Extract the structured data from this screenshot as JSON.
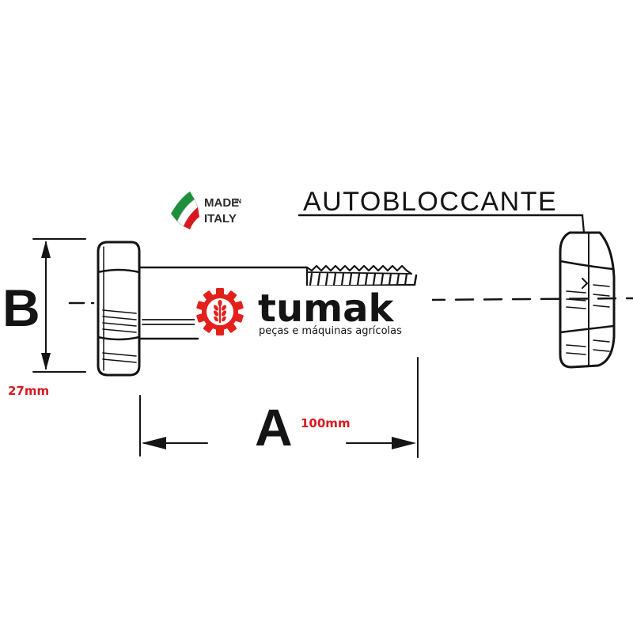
{
  "labels": {
    "dimension_a": "A",
    "dimension_b": "B",
    "nut_callout": "AUTOBLOCCANTE"
  },
  "measurements": {
    "b_value": "27mm",
    "a_value": "100mm"
  },
  "badge": {
    "made": "MADE",
    "in": "IN",
    "country": "ITALY"
  },
  "logo": {
    "name": "tumak",
    "tagline": "peças e máquinas agrícolas",
    "icon": "gear-wheat-icon"
  },
  "colors": {
    "ink": "#141414",
    "measurement": "#d7191f",
    "logo_red": "#e3201b",
    "logo_text": "#141414",
    "flag_green": "#1e8f3c",
    "flag_white": "#ffffff",
    "flag_red": "#d7191f"
  }
}
